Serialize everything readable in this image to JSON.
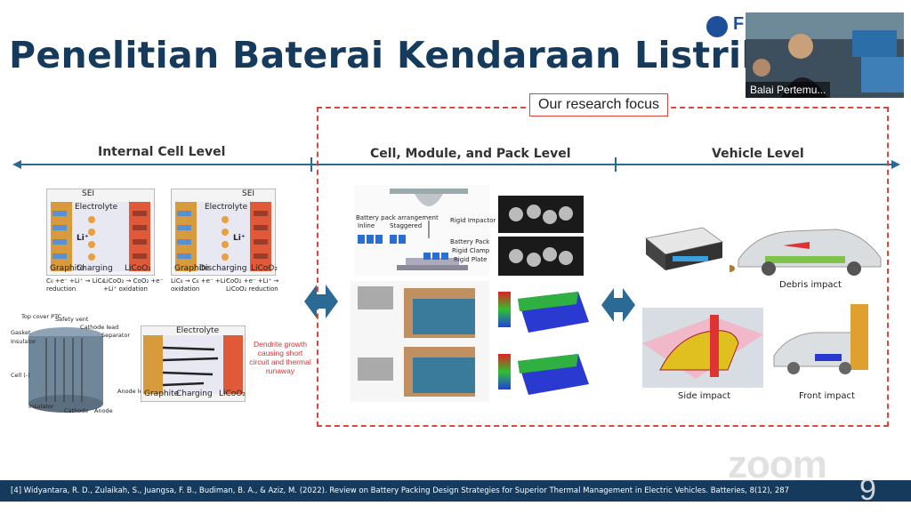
{
  "slide": {
    "title": "Penelitian Baterai Kendaraan Listrik",
    "focus_label": "Our research focus",
    "levels": [
      "Internal Cell Level",
      "Cell, Module, and Pack Level",
      "Vehicle Level"
    ],
    "footer": "[4] Widyantara, R. D., Zulaikah, S., Juangsa, F. B., Budiman, B. A., & Aziz, M. (2022). Review on Battery Packing Design Strategies for Superior Thermal Management in Electric Vehicles. Batteries, 8(12), 287",
    "page_number": "9"
  },
  "cell": {
    "electrolyte": "Electrolyte",
    "sei": "SEI",
    "li": "Li⁺",
    "graphite": "Graphite",
    "licoo2": "LiCoO₂",
    "charging": "Charging",
    "discharging": "Discharging",
    "c1": "C₆ +e⁻ +Li⁺ → LiC₆ reduction",
    "c2": "LiCoO₂ → CoO₂ +e⁻ +Li⁺ oxidation",
    "c3": "LiC₆ → C₆ +e⁻ +Li⁺ oxidation",
    "c4": "CoO₂ +e⁻ +Li⁺ → LiCoO₂ reduction",
    "dendrite_note": "Dendrite growth causing short circuit and thermal runaway",
    "cyl_labels": [
      "Top cover PTC",
      "Safety vent",
      "Gasket",
      "Cathode lead",
      "Insulator",
      "Separator",
      "Cell (-)",
      "Anode lead",
      "Insulator",
      "Cathode",
      "Anode"
    ]
  },
  "pack": {
    "arrangement": "Battery pack arrangement",
    "inline": "Inline",
    "staggered": "Staggered",
    "rigid_impactor": "Rigid Impactor",
    "battery_pack": "Battery Pack",
    "rigid_clamp": "Rigid Clamp",
    "rigid_plate": "Rigid Plate"
  },
  "vehicle": {
    "debris": "Debris impact",
    "side": "Side impact",
    "front": "Front impact"
  },
  "webcam": {
    "name": "Balai Pertemu..."
  },
  "watermark": "zoom",
  "logo_text": "F",
  "colors": {
    "title": "#153a5c",
    "focus_border": "#e0443a",
    "footer_bg": "#153a5c",
    "arrow": "#2a6a94"
  }
}
